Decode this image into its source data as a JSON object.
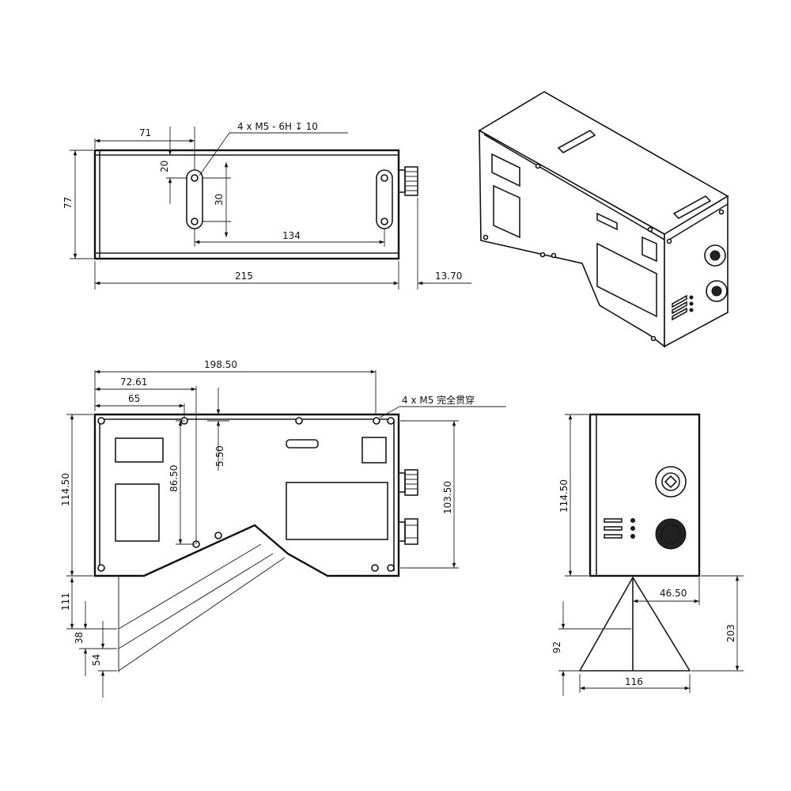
{
  "top_view": {
    "dim_width": "215",
    "dim_height": "77",
    "dim_hole_offset_x": "71",
    "dim_hole_offset_y": "20",
    "dim_slot_length": "30",
    "dim_slot_spacing": "134",
    "dim_connector": "13.70",
    "hole_callout": "4 x  M5 - 6H ↧ 10"
  },
  "front_view": {
    "dim_overall_width": "198.50",
    "dim_hole_x1": "72.61",
    "dim_hole_x2": "65",
    "dim_hole_offset_y": "5.50",
    "dim_hole_spacing_y": "86.50",
    "dim_height": "114.50",
    "dim_hole_span_height": "103.50",
    "dim_beam_distance": "111",
    "dim_beam_a": "38",
    "dim_beam_b": "54",
    "hole_callout": "4 x  M5  完全贯穿"
  },
  "side_view": {
    "dim_height": "114.50",
    "dim_beam_half": "46.50",
    "dim_beam_base": "116",
    "dim_beam_near": "92",
    "dim_beam_far": "203"
  }
}
